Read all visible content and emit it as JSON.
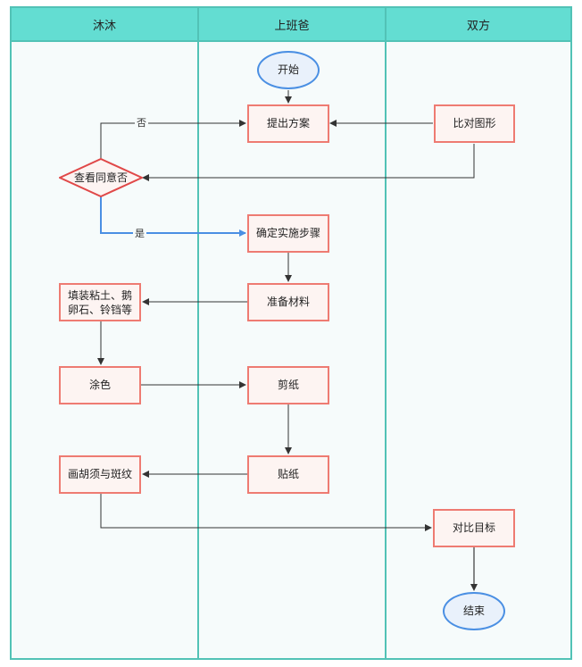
{
  "lanes": [
    {
      "title": "沐沐"
    },
    {
      "title": "上班爸"
    },
    {
      "title": "双方"
    }
  ],
  "nodes": {
    "start": "开始",
    "propose": "提出方案",
    "compare": "比对图形",
    "check": "查看同意否",
    "confirm": "确定实施步骤",
    "prepare": "准备材料",
    "fill": "填装粘土、鹅\n卵石、铃铛等",
    "color": "涂色",
    "cut": "剪纸",
    "paste": "贴纸",
    "draw": "画胡须与斑纹",
    "compare_goal": "对比目标",
    "end": "结束"
  },
  "edges": {
    "no_label": "否",
    "yes_label": "是"
  },
  "colors": {
    "header": "#63ddd2",
    "lane_border": "#52c2b6",
    "node_border": "#ee7b72",
    "node_fill": "#fdf4f2",
    "oval_border": "#4a8fe3",
    "yes_edge": "#4a8fe3",
    "edge": "#333333"
  }
}
